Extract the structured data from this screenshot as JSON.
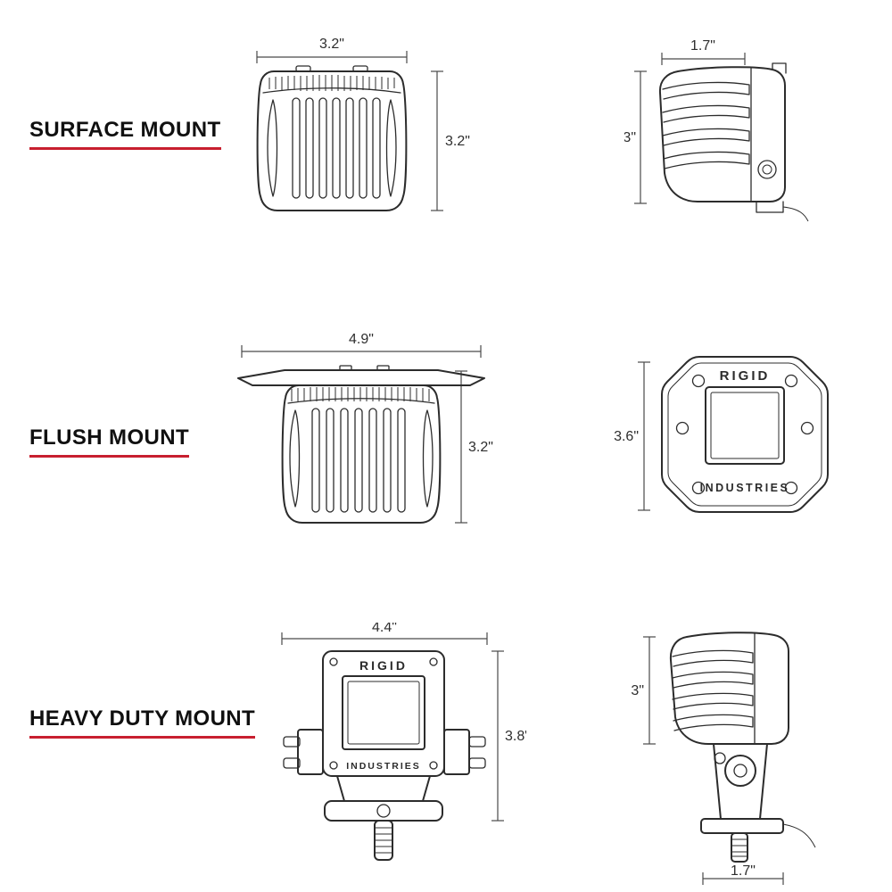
{
  "page": {
    "background": "#ffffff",
    "accent_color": "#c81f2f"
  },
  "sections": [
    {
      "id": "surface-mount",
      "label": "SURFACE MOUNT",
      "views": {
        "front": {
          "width": "3.2\"",
          "height": "3.2\""
        },
        "side": {
          "width": "1.7\"",
          "height": "3\""
        }
      }
    },
    {
      "id": "flush-mount",
      "label": "FLUSH MOUNT",
      "views": {
        "front": {
          "width": "4.9\"",
          "height": "3.2\""
        },
        "face": {
          "height": "3.6\"",
          "brand_top": "RIGID",
          "brand_bottom": "INDUSTRIES"
        }
      }
    },
    {
      "id": "heavy-duty-mount",
      "label": "HEAVY DUTY MOUNT",
      "views": {
        "front": {
          "width": "4.4\"",
          "height": "3.8\"",
          "brand_top": "RIGID",
          "brand_bottom": "INDUSTRIES"
        },
        "side": {
          "height": "3\"",
          "width": "1.7\""
        }
      }
    }
  ]
}
